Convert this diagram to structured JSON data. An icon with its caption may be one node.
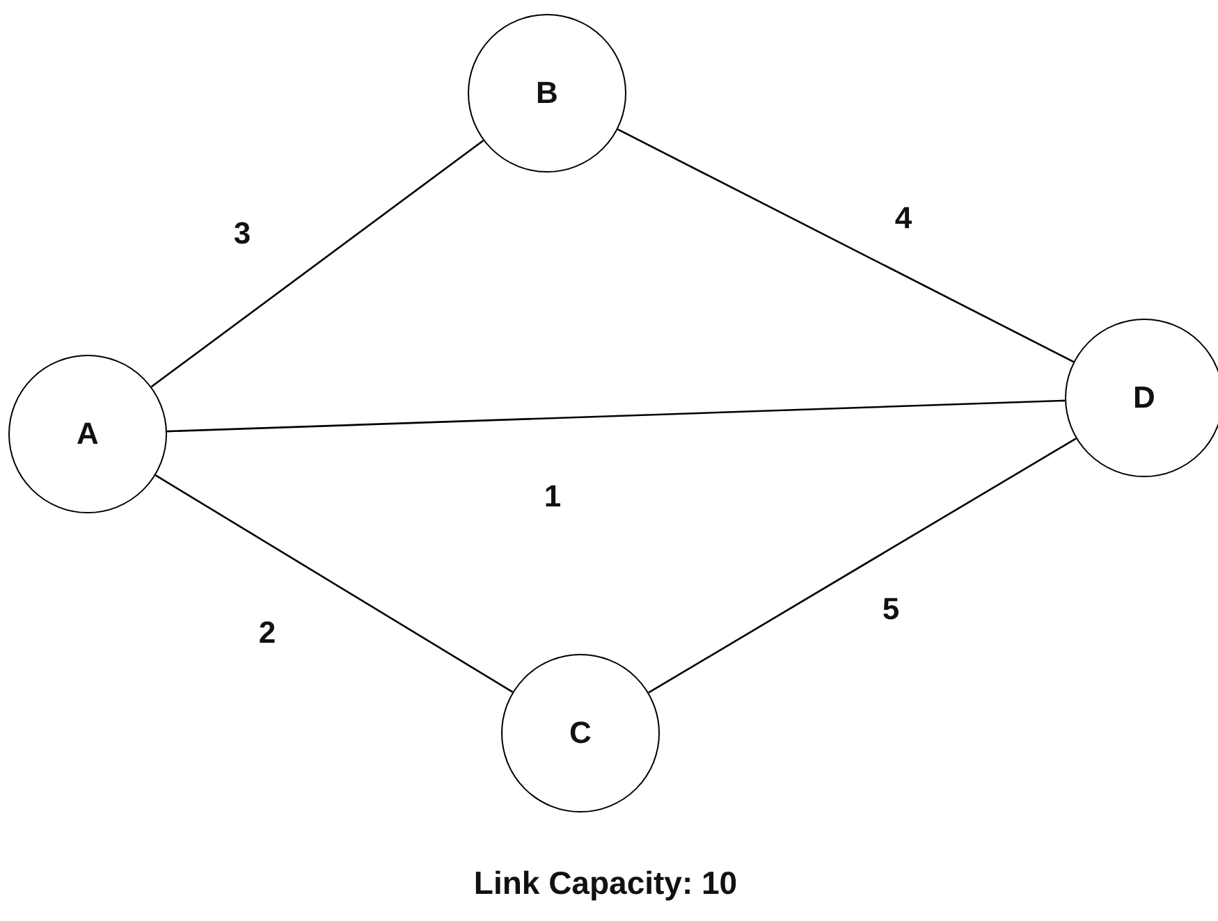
{
  "diagram": {
    "caption": "Link Capacity: 10",
    "nodes": [
      {
        "text": [
          "A"
        ]
      },
      {
        "text": [
          "B"
        ]
      },
      {
        "text": [
          "C"
        ]
      },
      {
        "text": [
          "D"
        ]
      }
    ],
    "edges": [
      {
        "from": 0,
        "to": 1,
        "arrow": "none",
        "label": "3"
      },
      {
        "from": 1,
        "to": 3,
        "arrow": "none",
        "label": "4"
      },
      {
        "from": 0,
        "to": 3,
        "arrow": "none",
        "label": "1"
      },
      {
        "from": 0,
        "to": 2,
        "arrow": "none",
        "label": "2"
      },
      {
        "from": 2,
        "to": 3,
        "arrow": "none",
        "label": "5"
      }
    ]
  }
}
